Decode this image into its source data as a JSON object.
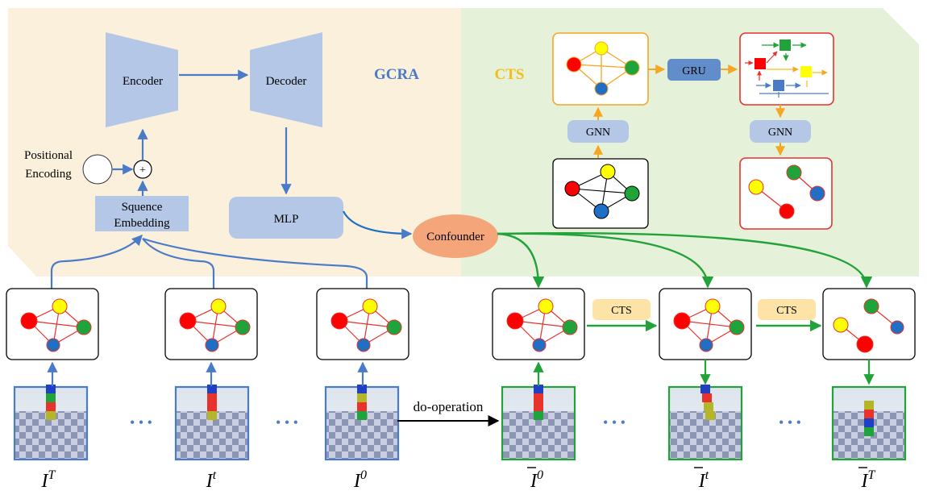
{
  "regions": {
    "gcra": {
      "label": "GCRA",
      "color": "#4a7bc8",
      "bg": "#fbf0dc"
    },
    "cts": {
      "label": "CTS",
      "color": "#f5bd17",
      "bg": "#e6f1da"
    }
  },
  "modules": {
    "encoder": "Encoder",
    "decoder": "Decoder",
    "mlp": "MLP",
    "positional_encoding": [
      "Positional",
      "Encoding"
    ],
    "sequence_embedding": [
      "Squence",
      "Embedding"
    ],
    "plus_symbol": "+",
    "confounder": "Confounder",
    "gru": "GRU",
    "gnn": "GNN"
  },
  "bottom": {
    "cts_label": "CTS",
    "do_operation": "do-operation",
    "ellipsis": "• • •",
    "frames": [
      {
        "base": "I",
        "sup": "T",
        "bar": false
      },
      {
        "base": "I",
        "sup": "t",
        "bar": false
      },
      {
        "base": "I",
        "sup": "0",
        "bar": false
      },
      {
        "base": "I",
        "sup": "0",
        "bar": true
      },
      {
        "base": "I",
        "sup": "t",
        "bar": true
      },
      {
        "base": "I",
        "sup": "T",
        "bar": true
      }
    ]
  },
  "colors": {
    "node_red": "#ff0000",
    "node_yellow": "#ffff00",
    "node_green": "#1fa33b",
    "node_blue": "#1f6fc4",
    "edge_red": "#e8322c",
    "flow_blue": "#4a7bc8",
    "flow_green": "#22a33a",
    "flow_orange": "#f5a623",
    "module_fill": "#b4c7e7",
    "confounder_fill": "#f4a57a",
    "cts_pill": "#fde4a6"
  }
}
